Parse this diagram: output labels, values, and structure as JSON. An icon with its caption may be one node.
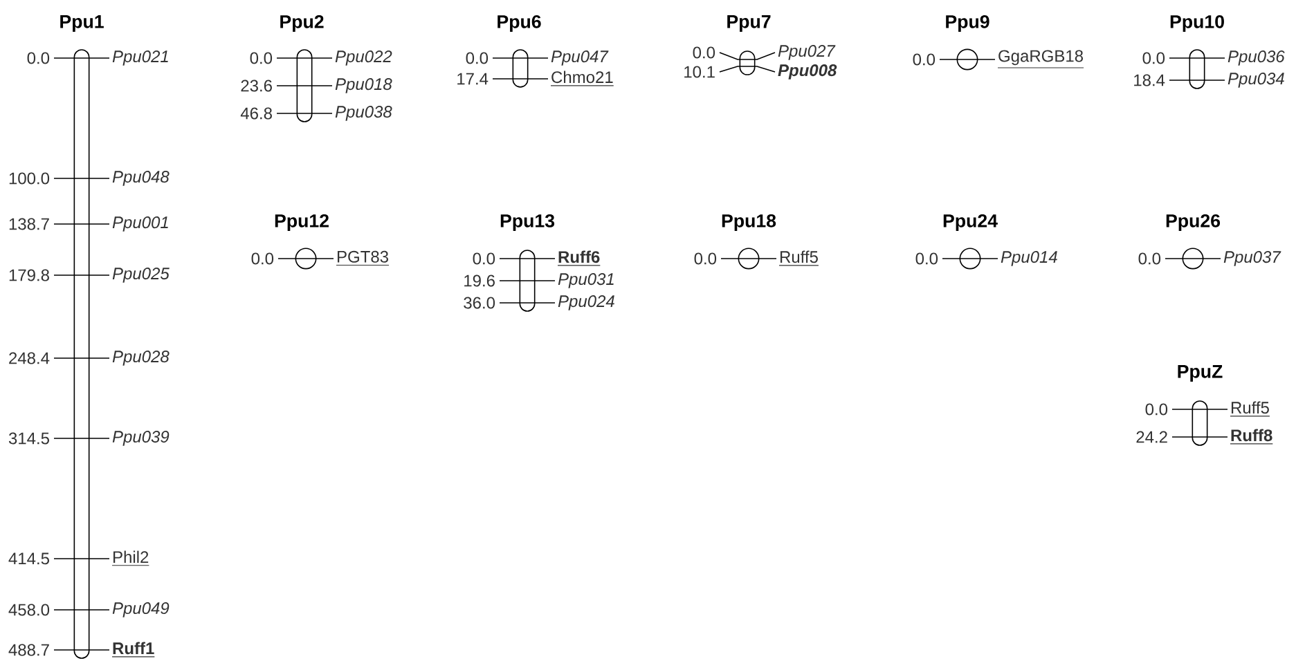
{
  "diagram": {
    "nodes": [
      {
        "text": [
          "Ppu1"
        ],
        "beside": [
          "0.0",
          "Ppu021",
          "100.0",
          "Ppu048",
          "138.7",
          "Ppu001",
          "179.8",
          "Ppu025",
          "248.4",
          "Ppu028",
          "314.5",
          "Ppu039",
          "414.5",
          "Phil2",
          "458.0",
          "Ppu049",
          "488.7",
          "Ruff1"
        ]
      },
      {
        "text": [
          "Ppu2"
        ],
        "beside": [
          "0.0",
          "Ppu022",
          "23.6",
          "Ppu018",
          "46.8",
          "Ppu038"
        ]
      },
      {
        "text": [
          "Ppu6"
        ],
        "beside": [
          "0.0",
          "Ppu047",
          "17.4",
          "Chmo21"
        ]
      },
      {
        "text": [
          "Ppu7"
        ],
        "beside": [
          "0.0",
          "Ppu027",
          "10.1",
          "Ppu008"
        ]
      },
      {
        "text": [
          "Ppu9"
        ],
        "beside": [
          "0.0",
          "GgaRGB18"
        ]
      },
      {
        "text": [
          "Ppu10"
        ],
        "beside": [
          "0.0",
          "Ppu036",
          "18.4",
          "Ppu034"
        ]
      },
      {
        "text": [
          "Ppu12"
        ],
        "beside": [
          "0.0",
          "PGT83"
        ]
      },
      {
        "text": [
          "Ppu13"
        ],
        "beside": [
          "0.0",
          "Ruff6",
          "19.6",
          "Ppu031",
          "36.0",
          "Ppu024"
        ]
      },
      {
        "text": [
          "Ppu18"
        ],
        "beside": [
          "0.0",
          "Ruff5"
        ]
      },
      {
        "text": [
          "Ppu24"
        ],
        "beside": [
          "0.0",
          "Ppu014"
        ]
      },
      {
        "text": [
          "Ppu26"
        ],
        "beside": [
          "0.0",
          "Ppu037"
        ]
      },
      {
        "text": [
          "PpuZ"
        ],
        "beside": [
          "0.0",
          "Ruff5",
          "24.2",
          "Ruff8"
        ]
      }
    ],
    "edges": []
  }
}
